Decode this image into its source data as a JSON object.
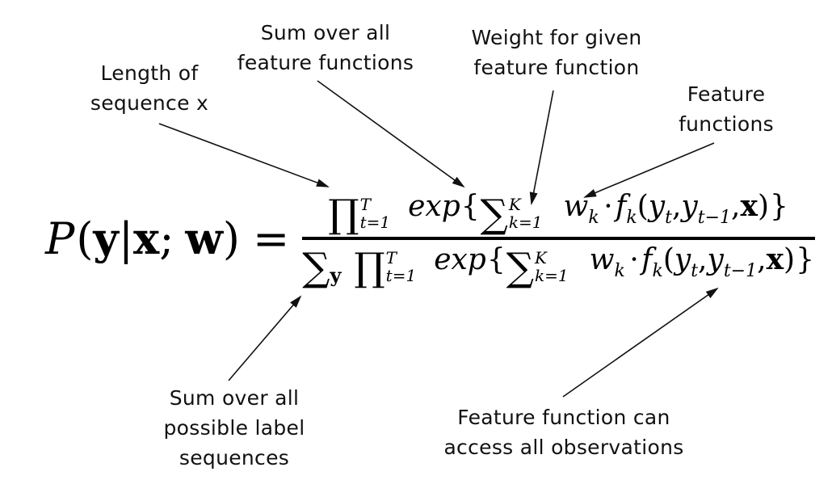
{
  "colors": {
    "background": "#ffffff",
    "ink": "#111111",
    "formula": "#000000"
  },
  "annotations": {
    "length_of_sequence": {
      "lines": [
        "Length of",
        "sequence x"
      ]
    },
    "sum_over_feature_functions": {
      "lines": [
        "Sum over all",
        "feature functions"
      ]
    },
    "weight_for_feature_function": {
      "lines": [
        "Weight for given",
        "feature function"
      ]
    },
    "feature_functions": {
      "lines": [
        "Feature",
        "functions"
      ]
    },
    "sum_over_label_sequences": {
      "lines": [
        "Sum over all",
        "possible label",
        "sequences"
      ]
    },
    "feature_function_access": {
      "lines": [
        "Feature function can",
        "access all observations"
      ]
    }
  },
  "formula": {
    "lhs": {
      "P": "P",
      "lparen": "(",
      "y": "y",
      "bar": "|",
      "x": "x",
      "semicolon": ";",
      "w": "w",
      "rparen": ")",
      "equals": "="
    },
    "term": {
      "prod": "∏",
      "prod_sup": "T",
      "prod_sub": "t=1",
      "exp": "exp",
      "lbrace": "{",
      "sum": "∑",
      "sum_sup": "K",
      "sum_sub": "k=1",
      "weight_var": "w",
      "weight_sub": "k",
      "cdot": "⋅",
      "feature_var": "f",
      "feature_sub": "k",
      "lparen": "(",
      "y_var1": "y",
      "y_sub1": "t",
      "comma1": ",",
      "y_var2": "y",
      "y_sub2": "t−1",
      "comma2": ",",
      "x_var": "x",
      "rparen": ")",
      "rbrace": "}"
    },
    "denominator_sum": {
      "sum": "∑",
      "sub": "y"
    }
  }
}
